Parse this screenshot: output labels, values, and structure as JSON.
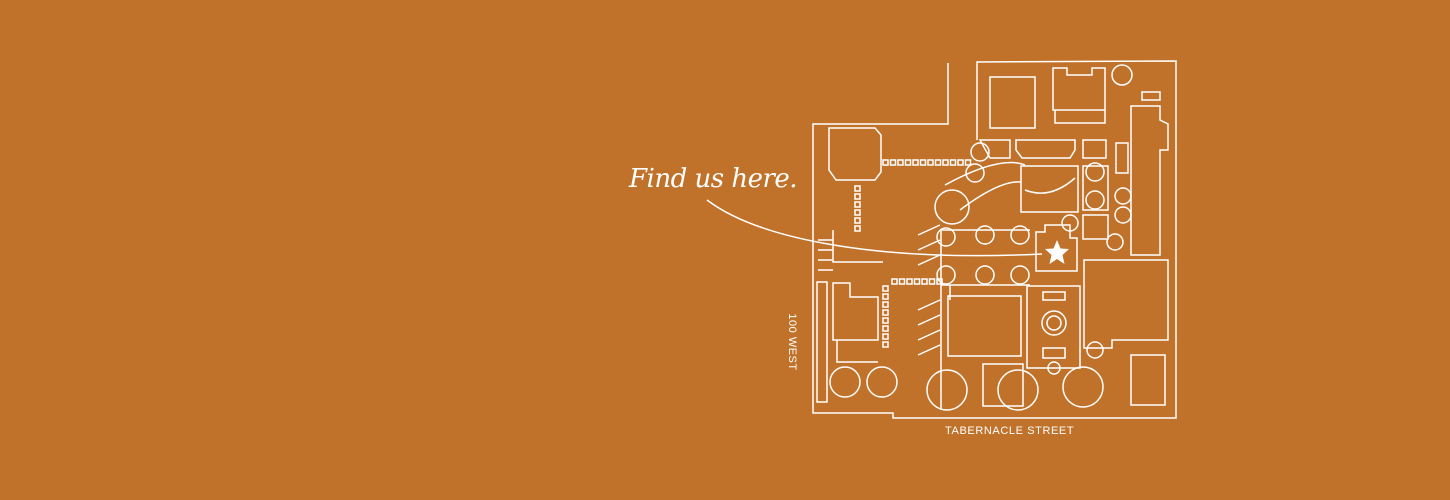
{
  "map": {
    "tagline": "Find us here.",
    "streets": {
      "west": "100 WEST",
      "south": "TABERNACLE STREET"
    },
    "marker_icon": "star-icon",
    "colors": {
      "background": "#C0722A",
      "lines": "#FFFFFF"
    }
  }
}
